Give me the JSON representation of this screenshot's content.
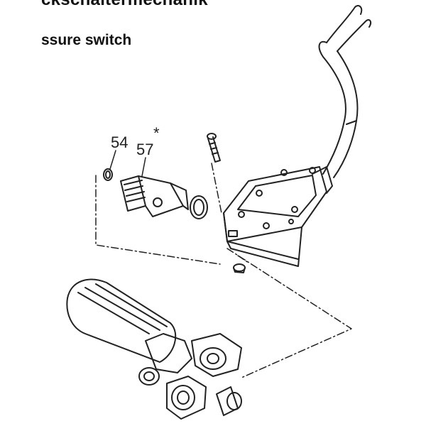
{
  "header": {
    "title_de": "ckschaltermechanik",
    "title_en": "ssure switch"
  },
  "diagram": {
    "labels": {
      "part_54": "54",
      "part_57": "57",
      "asterisk": "*"
    }
  }
}
